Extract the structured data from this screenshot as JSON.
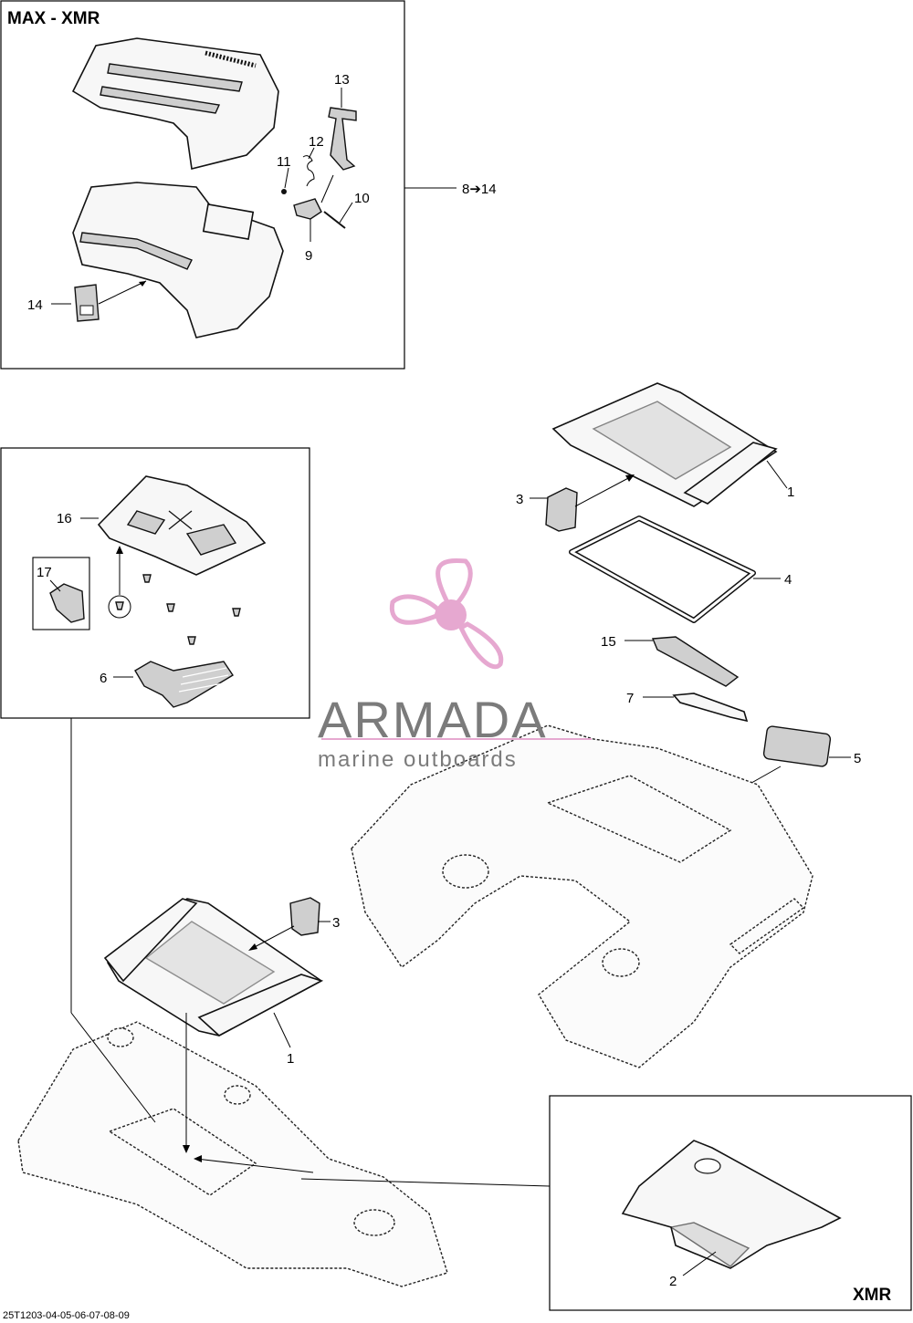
{
  "panels": {
    "max_xmr_title": "MAX - XMR",
    "xmr_title": "XMR"
  },
  "callouts": {
    "c1_top": "1",
    "c1_bottom": "1",
    "c2": "2",
    "c3_top": "3",
    "c3_bottom": "3",
    "c4": "4",
    "c5": "5",
    "c6": "6",
    "c7": "7",
    "c8_14": "8➔14",
    "c9": "9",
    "c10": "10",
    "c11": "11",
    "c12": "12",
    "c13": "13",
    "c14": "14",
    "c15": "15",
    "c16": "16",
    "c17": "17"
  },
  "watermark": {
    "brand": "ARMADA",
    "tagline": "marine outboards",
    "colors": {
      "propeller": "#e6a8d0",
      "brand_text": "#7b7b7b",
      "underline": "#e6a8d0"
    }
  },
  "footer": {
    "drawing_code": "25T1203-04-05-06-07-08-09"
  }
}
